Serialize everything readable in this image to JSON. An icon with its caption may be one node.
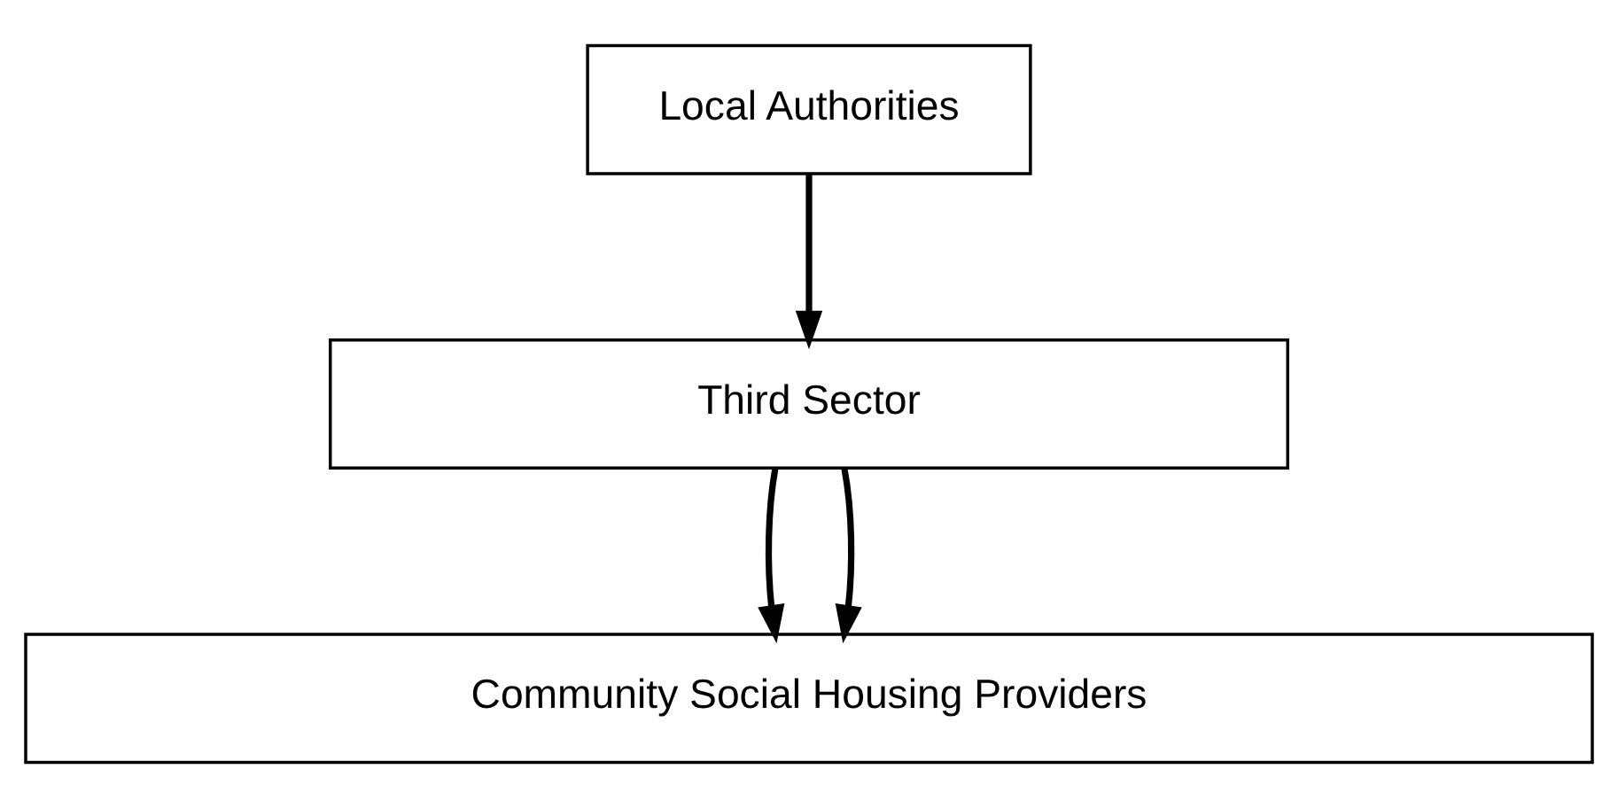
{
  "diagram": {
    "nodes": [
      {
        "text": [
          "Local Authorities"
        ]
      },
      {
        "text": [
          "Third Sector"
        ]
      },
      {
        "text": [
          "Community Social Housing Providers"
        ]
      }
    ],
    "edges": [
      {
        "from": 0,
        "to": 1,
        "arrow": "to"
      },
      {
        "from": 1,
        "to": 2,
        "arrow": "to"
      },
      {
        "from": 1,
        "to": 2,
        "arrow": "to"
      }
    ]
  }
}
